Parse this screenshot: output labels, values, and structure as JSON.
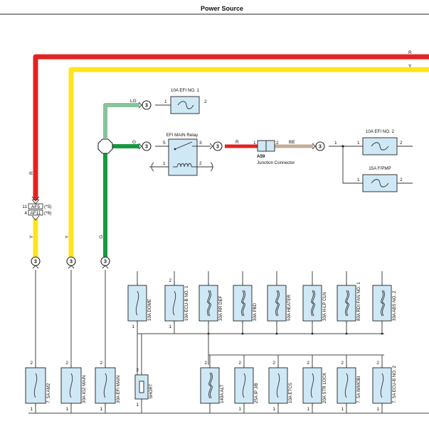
{
  "title": "Power Source",
  "colors": {
    "red": "#e32321",
    "yellow": "#ffe51a",
    "light_green": "#86c59a",
    "green": "#159a3e",
    "beige": "#c4ad97",
    "fuse_fill": "#cfe8f6"
  },
  "wires": {
    "r_top": "R",
    "y_top": "Y",
    "r_left": "R",
    "y_left_top": "Y",
    "y_left_bottom": "Y",
    "g_vertical": "G",
    "lg": "LG",
    "g_horizontal": "G",
    "r_relay": "R",
    "be": "BE"
  },
  "connector": {
    "label_top": "AF5",
    "label_bottom": "AF11",
    "pin_top": "11",
    "pin_bottom": "4",
    "note_top": "(*5)",
    "note_bottom": "(*6)"
  },
  "circle_marker": "3",
  "relay": {
    "title": "EFI MAIN Relay",
    "pin_5": "5",
    "pin_3": "3",
    "pin_1": "1",
    "pin_2": "2"
  },
  "junction": {
    "id": "A59",
    "name": "Junction Connector",
    "pin_1": "1",
    "pin_2": "2"
  },
  "fuses": {
    "efi_no1": {
      "label": "10A EFI NO. 1",
      "pin_left": "1",
      "pin_right": "2"
    },
    "efi_no2": {
      "label": "10A EFI NO. 2",
      "pin_left": "1",
      "pin_right": "2"
    },
    "fpmp": {
      "label": "15A F/PMP",
      "pin_left": "1",
      "pin_right": "2"
    },
    "branch_pin": "1",
    "upper": [
      {
        "label": "10A DOME",
        "pin_top": "",
        "pin_bottom": "1"
      },
      {
        "label": "10A ECU-B NO. 1",
        "pin_top": "2",
        "pin_bottom": "1"
      },
      {
        "label": "30A RR DEF",
        "pin_top": "",
        "pin_bottom": ""
      },
      {
        "label": "30A PBD",
        "pin_top": "",
        "pin_bottom": ""
      },
      {
        "label": "50A HEATER",
        "pin_top": "",
        "pin_bottom": ""
      },
      {
        "label": "30A H-LP CLN",
        "pin_top": "",
        "pin_bottom": ""
      },
      {
        "label": "80A RDI FAN NO. 1",
        "pin_top": "",
        "pin_bottom": ""
      },
      {
        "label": "30A ABS NO. 2",
        "pin_top": "",
        "pin_bottom": ""
      }
    ],
    "lower_left": [
      {
        "label": "7. 5A AM2",
        "pin_top": "2",
        "pin_bottom": "1"
      },
      {
        "label": "30A IG2 MAIN",
        "pin_top": "2",
        "pin_bottom": "1"
      },
      {
        "label": "30A EFI MAIN",
        "pin_top": "2",
        "pin_bottom": "1"
      }
    ],
    "short": {
      "label": "SHORT",
      "pin_top": "2",
      "pin_bottom": "1"
    },
    "lower_right": [
      {
        "label": "140A ALT",
        "pin_top": "2",
        "pin_bottom": ""
      },
      {
        "label": "25A IP J/B",
        "pin_top": "2",
        "pin_bottom": "1"
      },
      {
        "label": "10A ETCS",
        "pin_top": "2",
        "pin_bottom": "1"
      },
      {
        "label": "20A STR LOCK",
        "pin_top": "2",
        "pin_bottom": "1"
      },
      {
        "label": "7. 5A IMMOBI",
        "pin_top": "2",
        "pin_bottom": "1"
      },
      {
        "label": "7. 5A ECU-B NO. 2",
        "pin_top": "2",
        "pin_bottom": "1"
      }
    ]
  }
}
